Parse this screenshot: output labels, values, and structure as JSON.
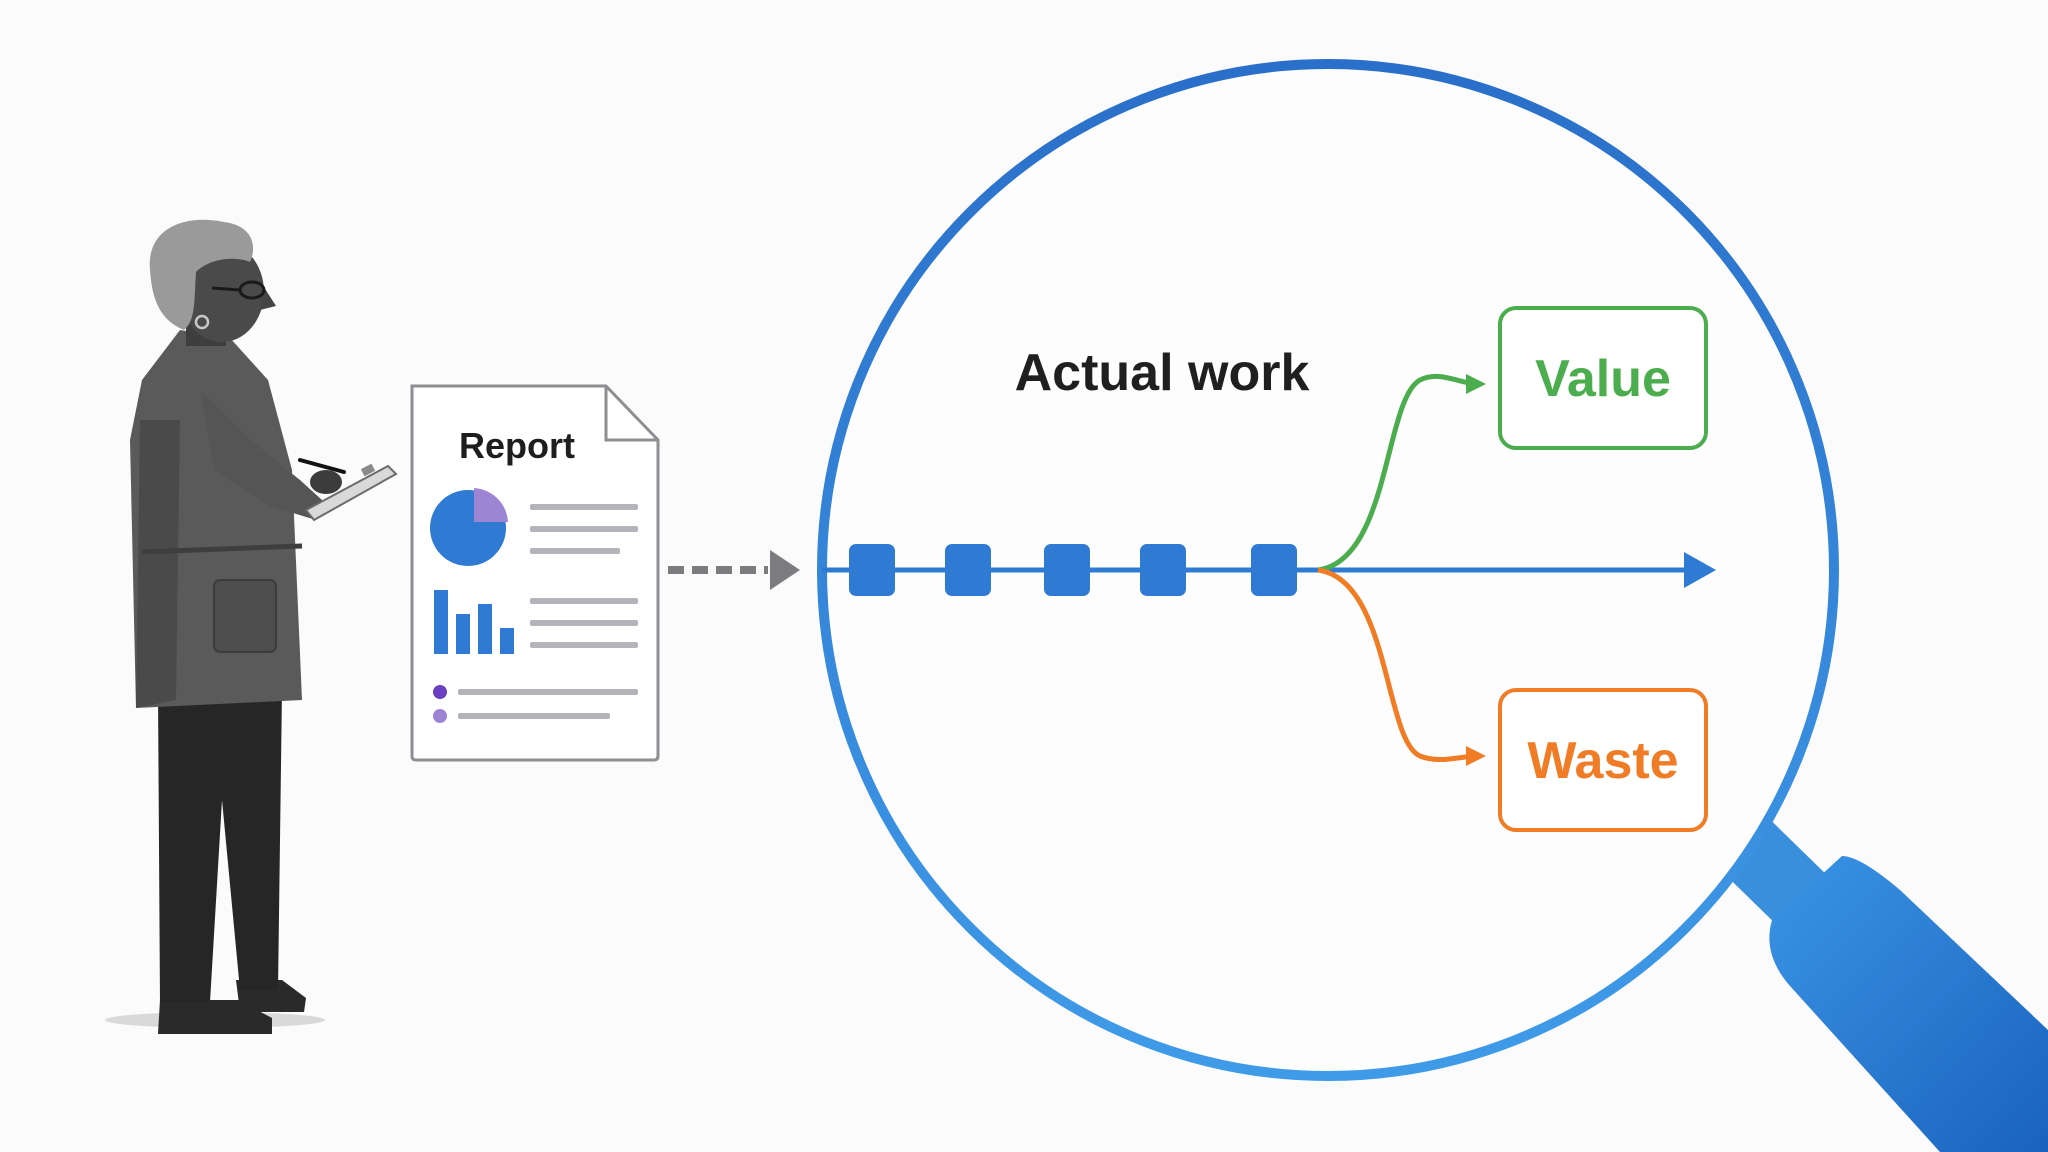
{
  "report": {
    "title": "Report",
    "paper_color": "#ffffff",
    "border_color": "#8e8e93",
    "pie_colors": [
      "#2f7ad3",
      "#9d85d4"
    ],
    "bar_color": "#2f7ad3",
    "text_line_color": "#b4b4bb",
    "bullet_colors": [
      "#6a3fc0",
      "#9d85d4"
    ]
  },
  "magnifier": {
    "title": "Actual work",
    "ring_color": "#2e7ad6",
    "handle_color": "#1f6cc8",
    "process_color": "#2f7ad3",
    "step_count": 5,
    "branch_from_step": 4
  },
  "outcomes": {
    "value": {
      "label": "Value",
      "color": "#4cad4e"
    },
    "waste": {
      "label": "Waste",
      "color": "#f07d26"
    }
  },
  "connector_color": "#7c7c80",
  "person": {
    "name": "person-with-clipboard",
    "tone": "grayscale"
  }
}
